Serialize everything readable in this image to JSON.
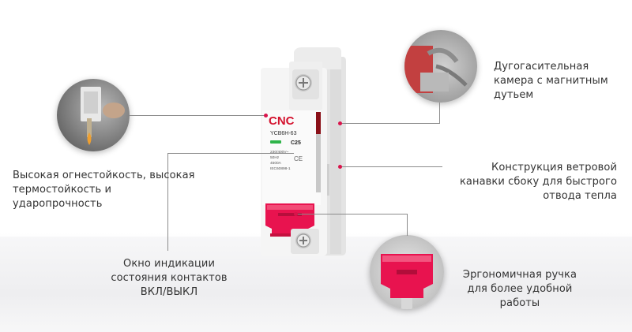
{
  "product": {
    "brand": "CNC",
    "model": "YCB6H-63",
    "rating": "C25",
    "spec_lines": [
      "230/400V~",
      "50Hz",
      "4500A",
      "IEC60898-1"
    ],
    "accent_color": "#e8134f",
    "brand_color": "#d4122e"
  },
  "callouts": [
    {
      "id": "arc-chamber",
      "text": "Дугогасительная камера с магнитным дутьем"
    },
    {
      "id": "heat-resistance",
      "text": "Высокая огнестойкость, высокая термостойкость и ударопрочность"
    },
    {
      "id": "air-groove",
      "text": "Конструкция ветровой канавки сбоку для быстрого отвода тепла"
    },
    {
      "id": "indicator-window",
      "text": "Окно индикации состояния контактов ВКЛ/ВЫКЛ"
    },
    {
      "id": "ergonomic-handle",
      "text": "Эргономичная ручка для более удобной работы"
    }
  ]
}
